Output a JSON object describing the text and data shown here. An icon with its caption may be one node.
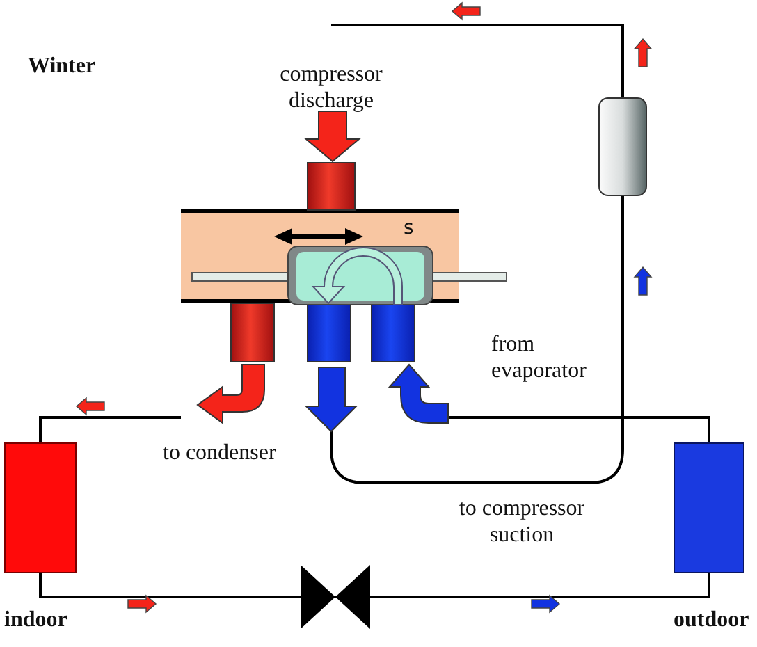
{
  "diagram": {
    "nodes": [
      {
        "text": [],
        "shape": "box",
        "beside": [
          "indoor"
        ]
      },
      {
        "text": [],
        "shape": "box",
        "beside": [
          "outdoor"
        ]
      },
      {
        "text": [
          "s"
        ]
      },
      {
        "text": [],
        "shape": "cylinder"
      },
      {
        "text": [],
        "shape": "bowtie"
      }
    ],
    "edges": [
      {
        "from": 3,
        "to": null,
        "arrow": "none"
      },
      {
        "from": 0,
        "to": null,
        "arrow": "none"
      },
      {
        "from": 1,
        "to": null,
        "arrow": "none"
      },
      {
        "from": 3,
        "to": null,
        "arrow": "none"
      },
      {
        "from": 0,
        "to": 4,
        "arrow": "none"
      },
      {
        "from": 4,
        "to": 1,
        "arrow": "none"
      }
    ],
    "labels": [
      "Winter",
      "compressor discharge",
      "from evaporator",
      "to condenser",
      "to compressor suction"
    ]
  }
}
